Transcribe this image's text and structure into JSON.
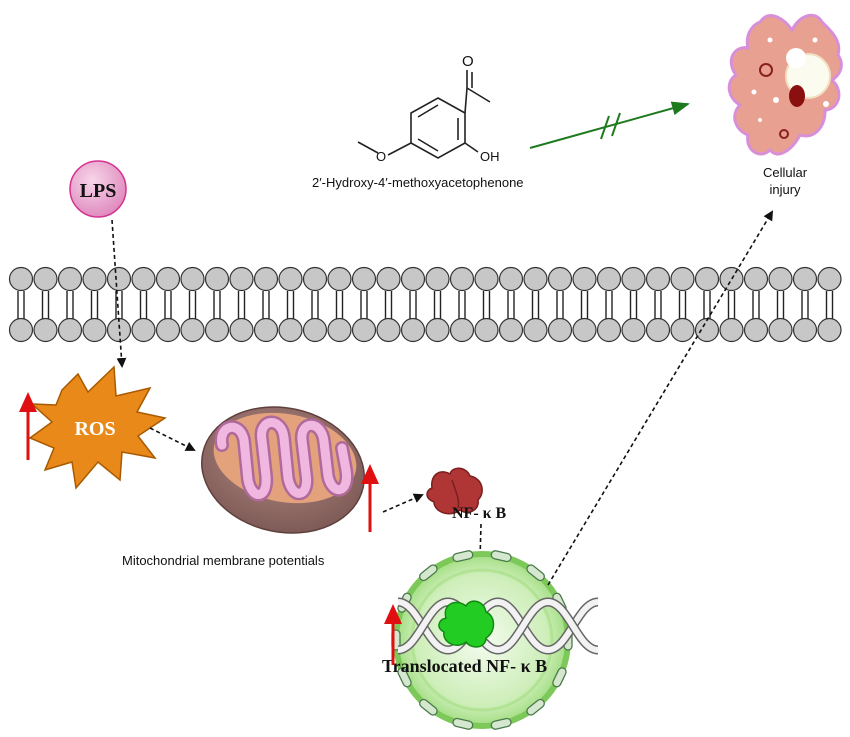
{
  "compound": {
    "name": "2′-Hydroxy-4′-methoxyacetophenone",
    "oh_label": "OH",
    "o_label": "O"
  },
  "nodes": {
    "lps": "LPS",
    "ros": "ROS",
    "mito_label": "Mitochondrial membrane potentials",
    "nfkb": "NF- κ B",
    "translocated": "Translocated NF- κ B",
    "cell_injury_line1": "Cellular",
    "cell_injury_line2": "injury"
  },
  "colors": {
    "inhibit_arrow": "#1e7a1e",
    "up_arrow": "#e01010",
    "ros_fill": "#e8891a",
    "lps_fill": "#e7a3c9",
    "nfkb_fill": "#b03535",
    "translocated_fill": "#22cc22",
    "nucleus_fill": "#c9f0b3",
    "membrane_head": "#c7c7c7"
  }
}
